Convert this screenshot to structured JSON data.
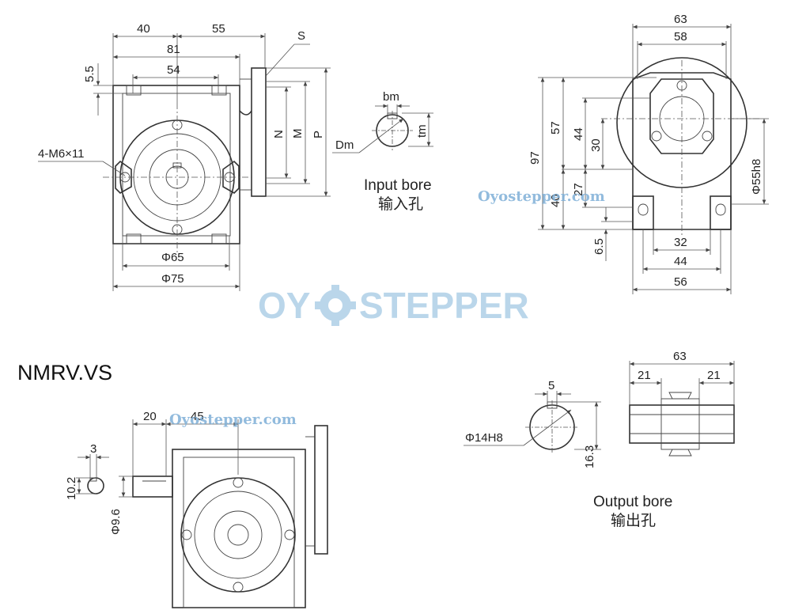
{
  "model": "NMRV.VS",
  "watermark": "Oyostepper.com",
  "logo": {
    "left": "OY",
    "right": "STEPPER"
  },
  "front": {
    "d40": "40",
    "d55": "55",
    "d81": "81",
    "d54": "54",
    "d5_5": "5.5",
    "S": "S",
    "N": "N",
    "M": "M",
    "P": "P",
    "holes": "4-M6×11",
    "phi65": "Φ65",
    "phi75": "Φ75"
  },
  "input_bore": {
    "bm": "bm",
    "tm": "tm",
    "Dm": "Dm",
    "label_en": "Input bore",
    "label_cn": "输入孔"
  },
  "side": {
    "d63": "63",
    "d58": "58",
    "d97": "97",
    "d57": "57",
    "d44v": "44",
    "d30": "30",
    "d40": "40",
    "d27": "27",
    "phi55": "Φ55h8",
    "d6_5": "6.5",
    "d32": "32",
    "d44h": "44",
    "d56": "56"
  },
  "vs": {
    "d20": "20",
    "d45": "45",
    "d3": "3",
    "d10_2": "10.2",
    "phi9_6": "Φ9.6"
  },
  "output_bore": {
    "d5": "5",
    "phi14": "Φ14H8",
    "d16_3": "16.3",
    "d63": "63",
    "d21a": "21",
    "d21b": "21",
    "label_en": "Output bore",
    "label_cn": "输出孔"
  }
}
